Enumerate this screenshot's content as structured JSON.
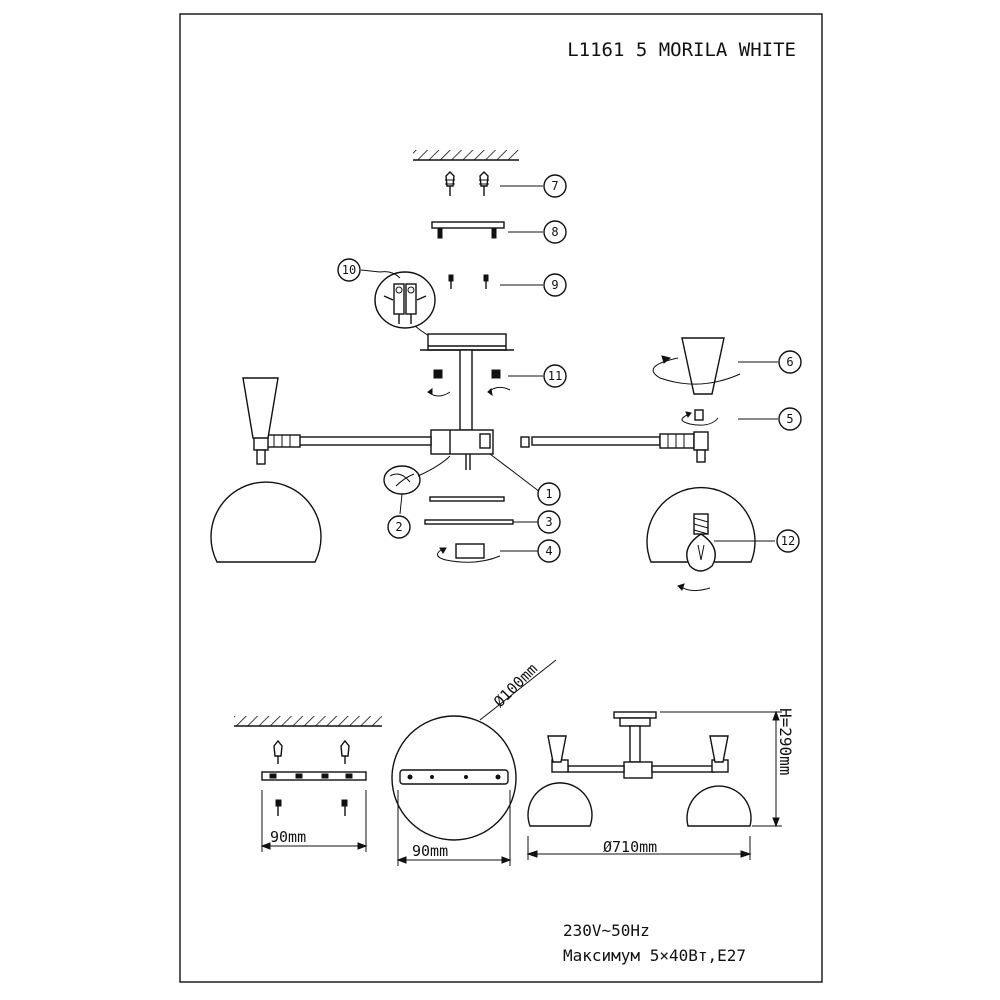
{
  "header": {
    "model": "L1161 5 MORILA WHITE"
  },
  "callouts": [
    "1",
    "2",
    "3",
    "4",
    "5",
    "6",
    "7",
    "8",
    "9",
    "10",
    "11",
    "12"
  ],
  "dimensions": {
    "bracket_width": "90mm",
    "canopy_width": "90mm",
    "canopy_diameter": "Ø100mm",
    "span_diameter": "Ø710mm",
    "height": "H=290mm"
  },
  "specs": {
    "voltage": "230V~50Hz",
    "max_power": "Максимум 5×40Вт,E27"
  }
}
